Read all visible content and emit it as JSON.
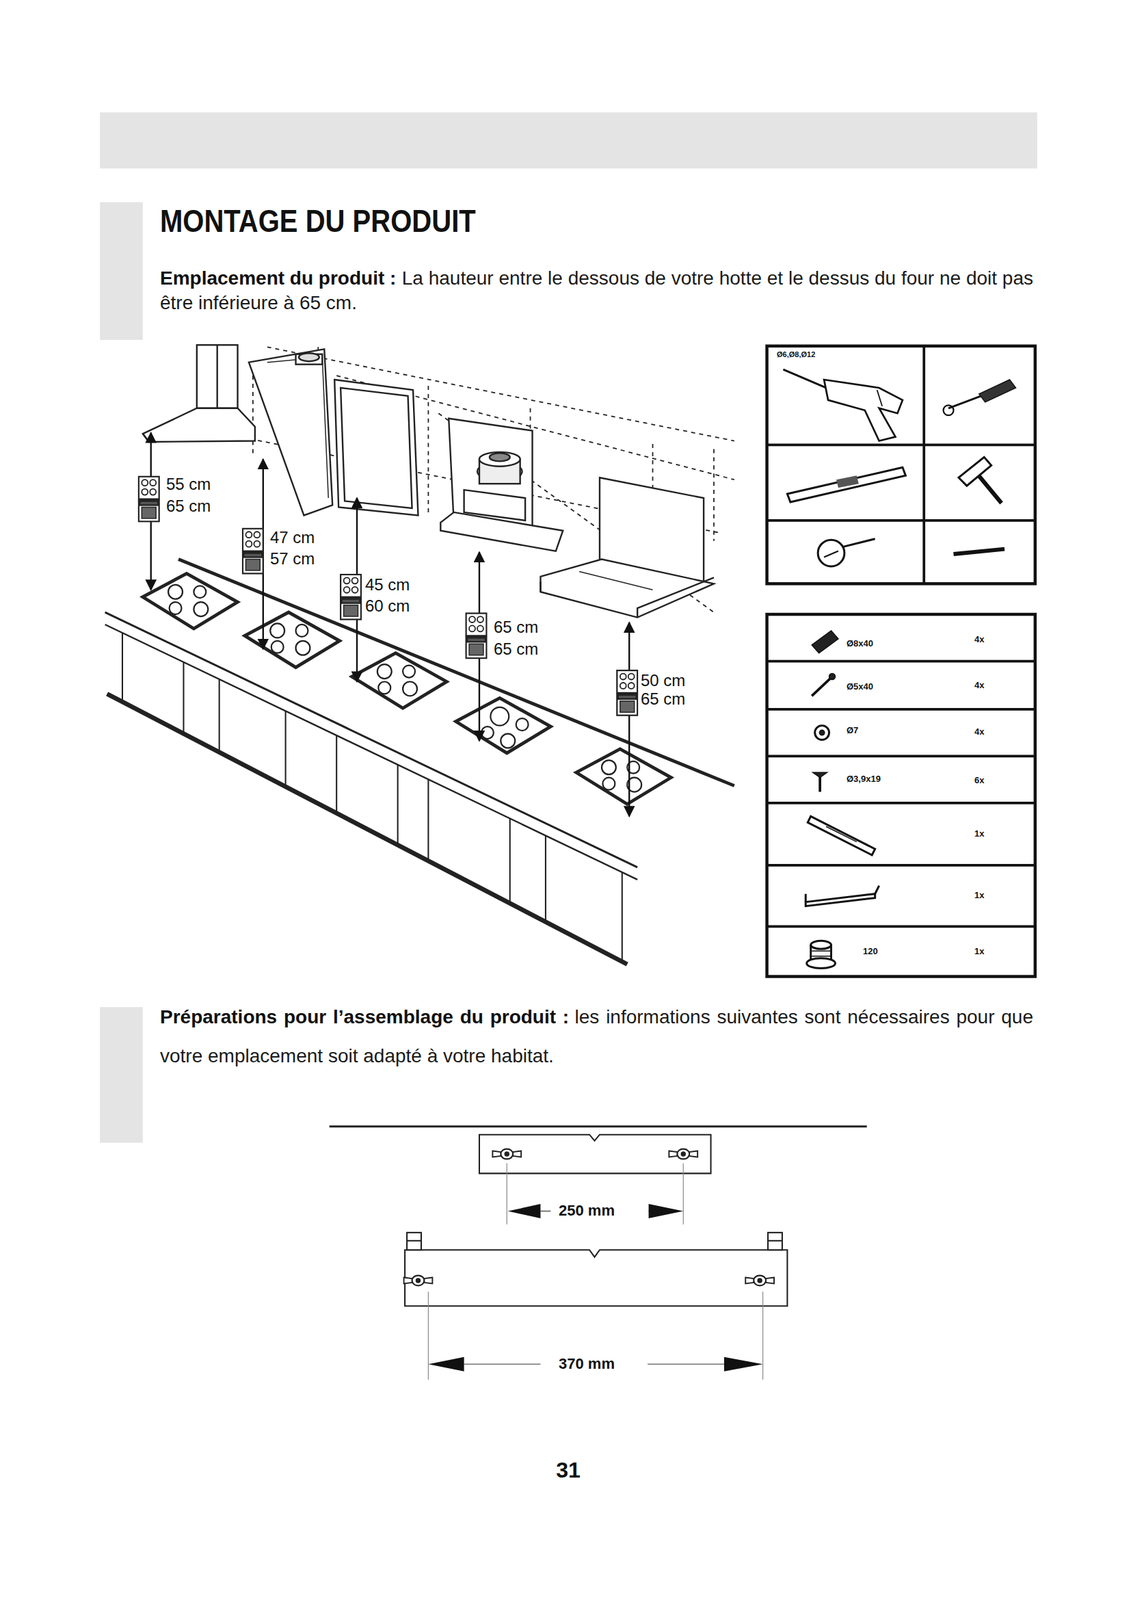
{
  "diagram": {
    "title": "MONTAGE DU PRODUIT",
    "labels": [
      "Emplacement du produit :",
      "La hauteur entre le dessous de votre hotte et le dessus du four ne doit pas être inférieure à 65 cm.",
      "Ø6,Ø8,Ø12",
      "55 cm",
      "65 cm",
      "47 cm",
      "57 cm",
      "45 cm",
      "60 cm",
      "65 cm",
      "65 cm",
      "50 cm",
      "65 cm",
      "Ø8x40",
      "4x",
      "Ø5x40",
      "4x",
      "Ø7",
      "4x",
      "Ø3,9x19",
      "6x",
      "1x",
      "1x",
      "120",
      "1x",
      "Préparations pour l’assemblage du produit :",
      "les informations suivantes sont nécessaires pour que votre emplacement soit adapté à votre habitat.",
      "250 mm",
      "370 mm",
      "31"
    ]
  }
}
